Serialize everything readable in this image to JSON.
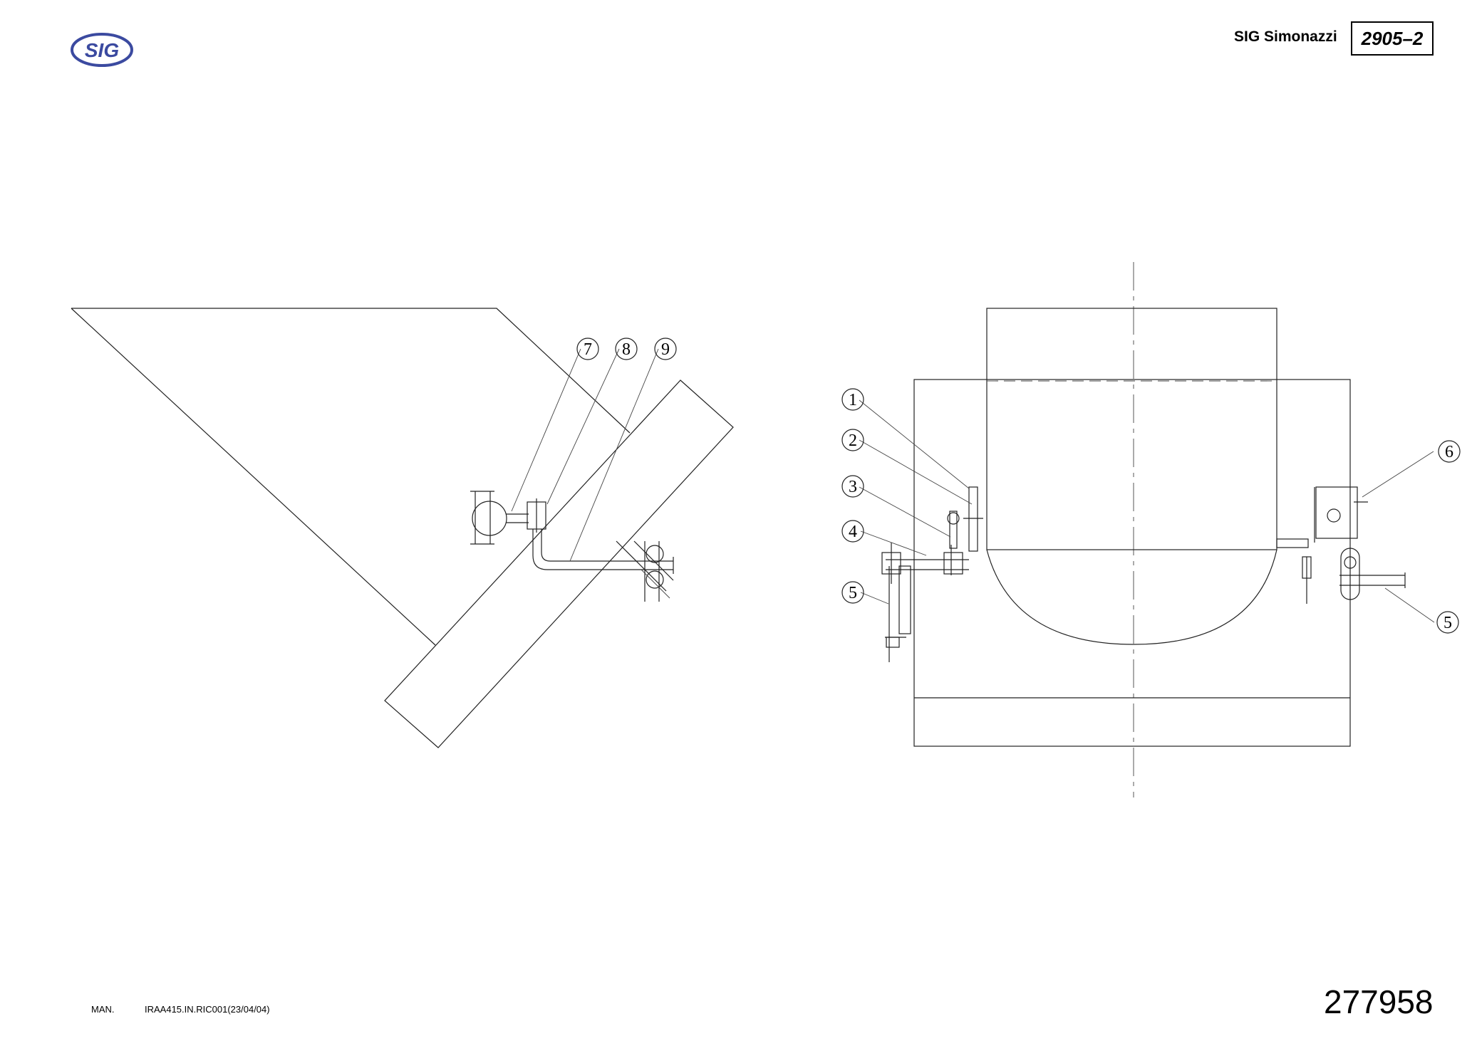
{
  "header": {
    "logo_text": "SIG",
    "company": "SIG Simonazzi",
    "doc_code": "2905–2"
  },
  "colors": {
    "logo_blue": "#3b4aa0",
    "line": "#222222"
  },
  "drawing": {
    "callouts_left_view": [
      "7",
      "8",
      "9"
    ],
    "callouts_right_view": [
      "1",
      "2",
      "3",
      "4",
      "5",
      "6",
      "5"
    ]
  },
  "footer": {
    "man_label": "MAN.",
    "reference": "IRAA415.IN.RIC001(23/04/04)",
    "drawing_number": "277958"
  }
}
